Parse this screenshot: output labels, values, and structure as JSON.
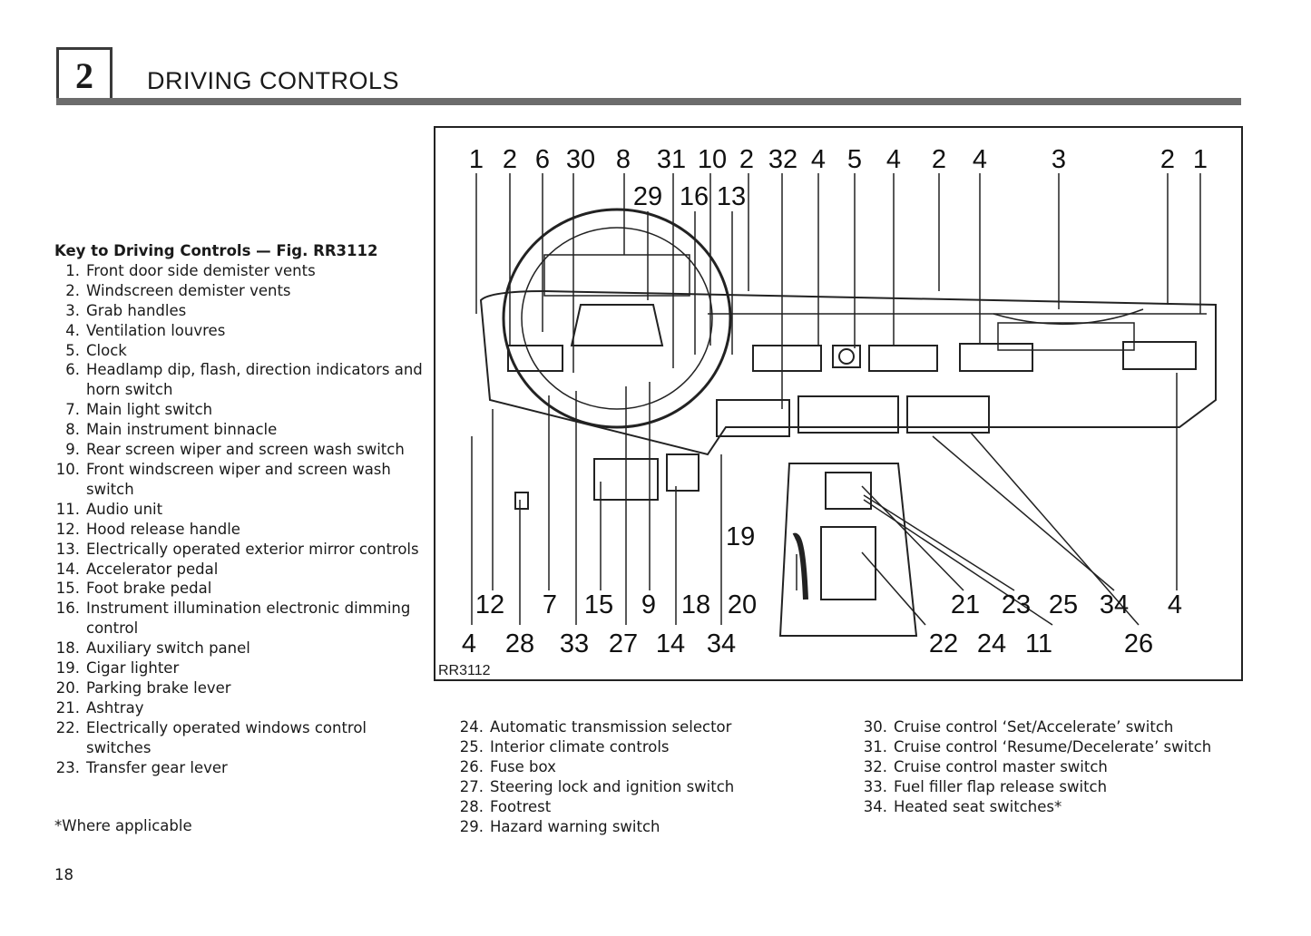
{
  "chapter": {
    "number": "2",
    "title": "DRIVING CONTROLS"
  },
  "key": {
    "title": "Key to Driving Controls — Fig. RR3112",
    "items_col1": [
      {
        "num": "1.",
        "text": "Front door side demister vents"
      },
      {
        "num": "2.",
        "text": "Windscreen demister vents"
      },
      {
        "num": "3.",
        "text": "Grab handles"
      },
      {
        "num": "4.",
        "text": "Ventilation louvres"
      },
      {
        "num": "5.",
        "text": "Clock"
      },
      {
        "num": "6.",
        "text": "Headlamp dip, flash, direction indicators and horn switch"
      },
      {
        "num": "7.",
        "text": "Main light switch"
      },
      {
        "num": "8.",
        "text": "Main instrument binnacle"
      },
      {
        "num": "9.",
        "text": "Rear screen wiper and screen wash switch"
      },
      {
        "num": "10.",
        "text": "Front windscreen wiper and screen wash switch"
      },
      {
        "num": "11.",
        "text": "Audio unit"
      },
      {
        "num": "12.",
        "text": "Hood release handle"
      },
      {
        "num": "13.",
        "text": "Electrically operated exterior mirror controls"
      },
      {
        "num": "14.",
        "text": "Accelerator pedal"
      },
      {
        "num": "15.",
        "text": "Foot brake pedal"
      },
      {
        "num": "16.",
        "text": "Instrument illumination electronic dimming control"
      },
      {
        "num": "18.",
        "text": "Auxiliary switch panel"
      },
      {
        "num": "19.",
        "text": "Cigar lighter"
      },
      {
        "num": "20.",
        "text": "Parking brake lever"
      },
      {
        "num": "21.",
        "text": "Ashtray"
      },
      {
        "num": "22.",
        "text": "Electrically operated windows control switches"
      },
      {
        "num": "23.",
        "text": "Transfer gear lever"
      }
    ],
    "items_col2": [
      {
        "num": "24.",
        "text": "Automatic transmission selector"
      },
      {
        "num": "25.",
        "text": "Interior climate controls"
      },
      {
        "num": "26.",
        "text": "Fuse box"
      },
      {
        "num": "27.",
        "text": "Steering lock and ignition switch"
      },
      {
        "num": "28.",
        "text": "Footrest"
      },
      {
        "num": "29.",
        "text": "Hazard warning switch"
      }
    ],
    "items_col3": [
      {
        "num": "30.",
        "text": "Cruise control ‘Set/Accelerate’ switch"
      },
      {
        "num": "31.",
        "text": "Cruise control ‘Resume/Decelerate’ switch"
      },
      {
        "num": "32.",
        "text": "Cruise control master switch"
      },
      {
        "num": "33.",
        "text": "Fuel filler flap release switch"
      },
      {
        "num": "34.",
        "text": "Heated seat switches*"
      }
    ],
    "footnote": "*Where applicable"
  },
  "figure": {
    "id": "RR3112",
    "top_labels": [
      "1",
      "2",
      "6",
      "30",
      "8",
      "31",
      "10",
      "2",
      "32",
      "4",
      "5",
      "4",
      "2",
      "4",
      "3",
      "2",
      "1"
    ],
    "second_row_labels": [
      "29",
      "16",
      "13"
    ],
    "bottom_upper_labels": [
      "12",
      "7",
      "15",
      "9",
      "18",
      "20",
      "21",
      "23",
      "25",
      "34",
      "4"
    ],
    "bottom_lower_labels": [
      "4",
      "28",
      "33",
      "27",
      "14",
      "34",
      "22",
      "24",
      "11",
      "26"
    ],
    "mid_label": "19"
  },
  "page_number": "18"
}
